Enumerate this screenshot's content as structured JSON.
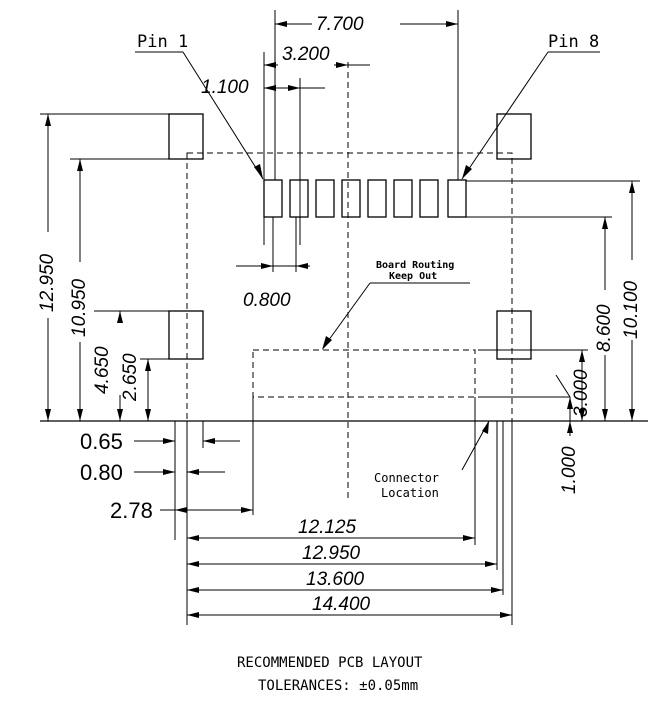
{
  "labels": {
    "pin1": "Pin 1",
    "pin8": "Pin 8",
    "keepout_line1": "Board Routing",
    "keepout_line2": "Keep Out",
    "connector_line1": "Connector",
    "connector_line2": "Location",
    "title": "RECOMMENDED PCB LAYOUT",
    "tolerance": "TOLERANCES: ±0.05mm"
  },
  "dimensions": {
    "d_7700": "7.700",
    "d_3200": "3.200",
    "d_1100": "1.100",
    "d_0800_pitch": "0.800",
    "d_12950_left": "12.950",
    "d_10950": "10.950",
    "d_4650": "4.650",
    "d_2650": "2.650",
    "d_0_65": "0.65",
    "d_0_80": "0.80",
    "d_2_78": "2.78",
    "d_12125": "12.125",
    "d_12950_bottom": "12.950",
    "d_13600": "13.600",
    "d_14400": "14.400",
    "d_10100": "10.100",
    "d_8600": "8.600",
    "d_3000": "3.000",
    "d_1000": "1.000"
  }
}
